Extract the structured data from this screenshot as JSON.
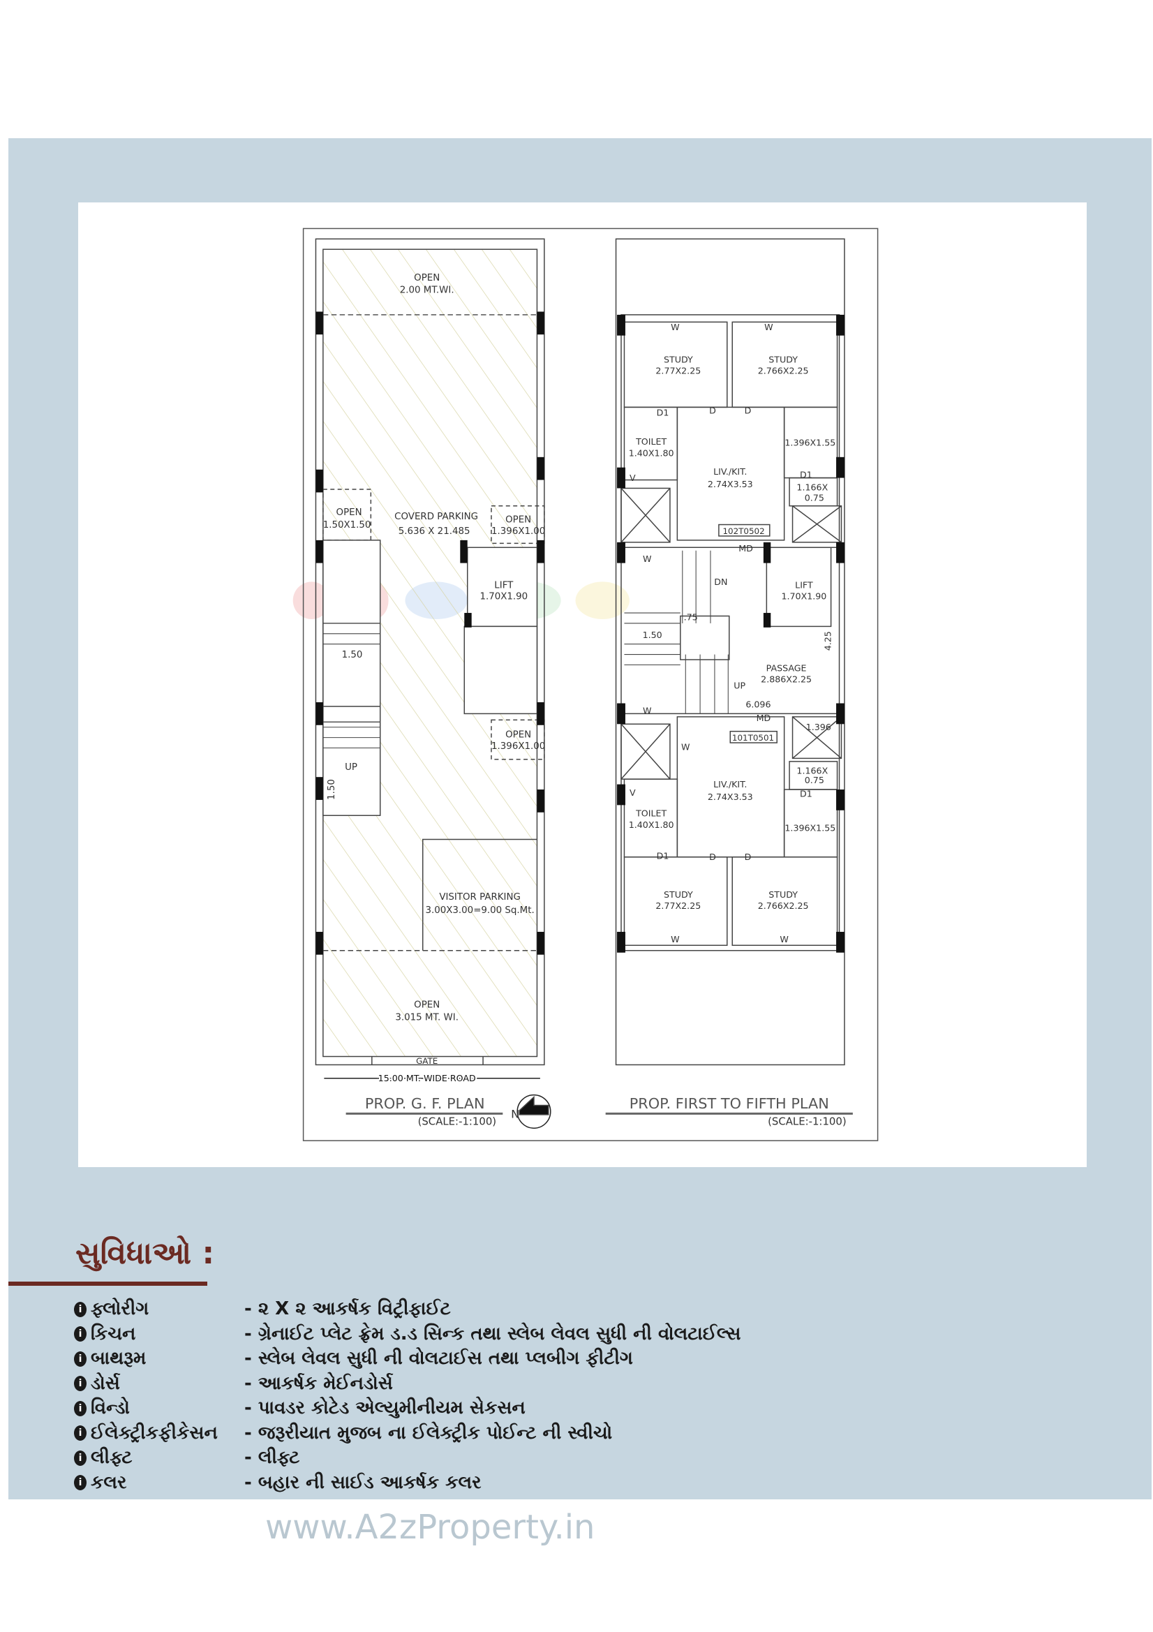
{
  "watermark": {
    "brand": "A2Z Property",
    "url": "www.A2zProperty.in",
    "colors": [
      "#e87a7a",
      "#f0b070",
      "#8fb8e8",
      "#9ed9a8",
      "#f2df7a"
    ]
  },
  "ground_floor": {
    "title": "PROP. G. F. PLAN",
    "scale": "(SCALE:-1:100)",
    "north": "N",
    "labels": {
      "open_top": "OPEN",
      "open_top_dim": "2.00 MT.WI.",
      "open_left": "OPEN",
      "open_left_dim": "1.50X1.50",
      "covered_parking": "COVERD PARKING",
      "covered_parking_dim": "5.636 X 21.485",
      "open_right1": "OPEN",
      "open_right1_dim": "1.396X1.00",
      "lift": "LIFT",
      "lift_dim": "1.70X1.90",
      "stair_width": "1.50",
      "up": "UP",
      "stair_width2": "1.50",
      "open_right2": "OPEN",
      "open_right2_dim": "1.396X1.00",
      "visitor_parking": "VISITOR PARKING",
      "visitor_parking_dim": "3.00X3.00=9.00 Sq.Mt.",
      "open_bottom": "OPEN",
      "open_bottom_dim": "3.015 MT. WI.",
      "gate": "GATE",
      "road": "15.00 MT. WIDE ROAD"
    }
  },
  "typical_floor": {
    "title": "PROP. FIRST TO FIFTH PLAN",
    "scale": "(SCALE:-1:100)",
    "labels": {
      "study": "STUDY",
      "study_left_dim": "2.77X2.25",
      "study_right_dim": "2.766X2.25",
      "toilet": "TOILET",
      "toilet_dim": "1.40X1.80",
      "liv_kit": "LIV./KIT.",
      "liv_kit_dim": "2.74X3.53",
      "room_dim": "1.396X1.55",
      "small_dim_a": "1.166X",
      "small_dim_b": "0.75",
      "flat_top": "102T0502",
      "flat_bottom": "101T0501",
      "md": "MD",
      "w": "W",
      "d": "D",
      "d1": "D1",
      "v": "V",
      "dn": "DN",
      "up": "UP",
      "landing": ".75",
      "stair_w": "1.50",
      "lift": "LIFT",
      "lift_dim": "1.70X1.90",
      "passage": "PASSAGE",
      "passage_dim": "2.886X2.25",
      "dim_425": "4.25",
      "dim_6096": "6.096",
      "dim_1396": "1.396"
    }
  },
  "amenities": {
    "title": "સુવિધાઓ :",
    "bullet": "i",
    "items": [
      {
        "name": "ફ્લોરીગ",
        "desc": "- ૨ X ૨ આકર્ષક વિટ્રીફાઈટ"
      },
      {
        "name": "કિચન",
        "desc": "- ગ્રેનાઈટ પ્લેટ ફ્રેમ ડ.ડ સિન્ક તથા સ્લેબ લેવલ સુધી ની વોલટાઈલ્સ"
      },
      {
        "name": "બાથરૂમ",
        "desc": "- સ્લેબ લેવલ સુધી ની વોલટાઈસ તથા પ્લબીગ ફીટીગ"
      },
      {
        "name": "ડોર્સ",
        "desc": "- આકર્ષક મેઈનડોર્સ"
      },
      {
        "name": "વિન્ડો",
        "desc": "- પાવડર કોટેડ એલ્યુમીનીયમ સેકસન"
      },
      {
        "name": "ઈલેક્ટ્રીકફીકેસન",
        "desc": "- જરૂરીયાત મુજબ ના ઈલેક્ટ્રીક પોઈન્ટ ની સ્વીચો"
      },
      {
        "name": "લીફ્ટ",
        "desc": "- લીફ્ટ"
      },
      {
        "name": "કલર",
        "desc": "- બહાર ની સાઈડ આકર્ષક કલર"
      }
    ]
  }
}
